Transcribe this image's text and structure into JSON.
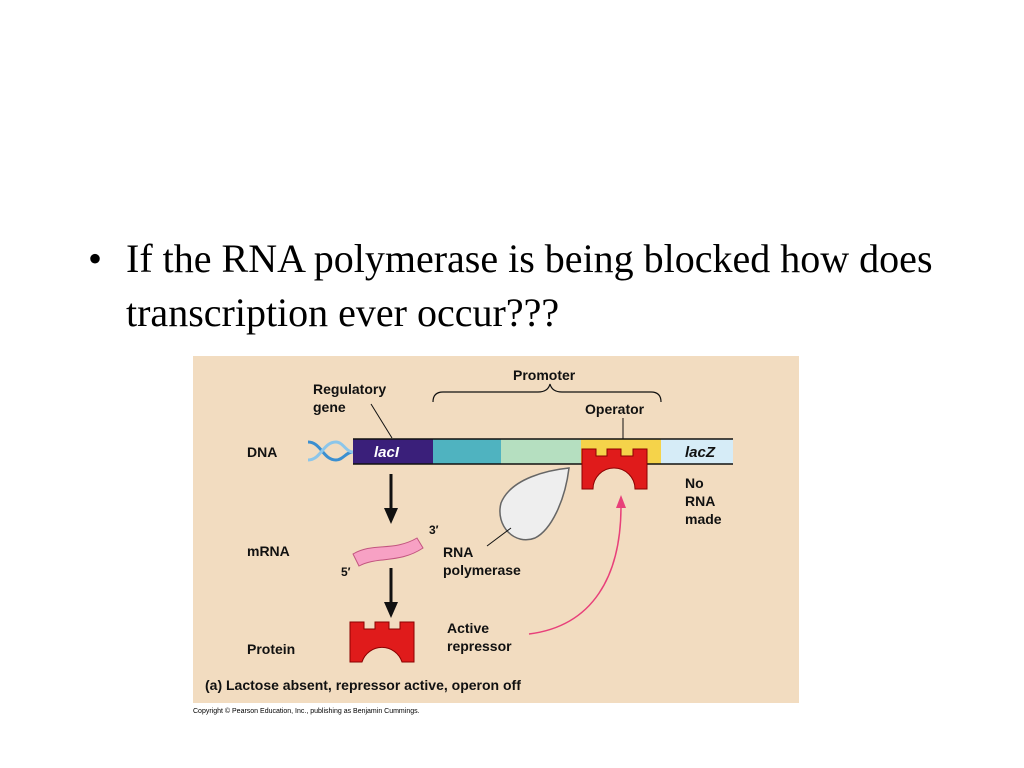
{
  "slide": {
    "bullet_symbol": "•",
    "bullet_text": "If the RNA polymerase is being blocked how does transcription ever occur???"
  },
  "diagram": {
    "colors": {
      "background": "#f2dcc0",
      "laci_gene": "#3a1f7a",
      "promoter_teal": "#4fb3c0",
      "promoter_green": "#b5dfc0",
      "operator_yellow": "#f5d34a",
      "lacz": "#d6ecf7",
      "repressor": "#e01b1b",
      "mrna": "#f7a1c4",
      "polymerase": "#eeeeee",
      "pink_arrow": "#e8407a"
    },
    "labels": {
      "regulatory_gene_line1": "Regulatory",
      "regulatory_gene_line2": "gene",
      "promoter": "Promoter",
      "operator": "Operator",
      "dna": "DNA",
      "laci": "lacI",
      "lacz": "lacZ",
      "no_rna_line1": "No",
      "no_rna_line2": "RNA",
      "no_rna_line3": "made",
      "mrna": "mRNA",
      "three_prime": "3′",
      "five_prime": "5′",
      "rna_polymerase_line1": "RNA",
      "rna_polymerase_line2": "polymerase",
      "protein": "Protein",
      "active_repressor_line1": "Active",
      "active_repressor_line2": "repressor",
      "caption": "(a) Lactose absent, repressor active, operon off"
    },
    "copyright": "Copyright © Pearson Education, Inc., publishing as Benjamin Cummings."
  }
}
